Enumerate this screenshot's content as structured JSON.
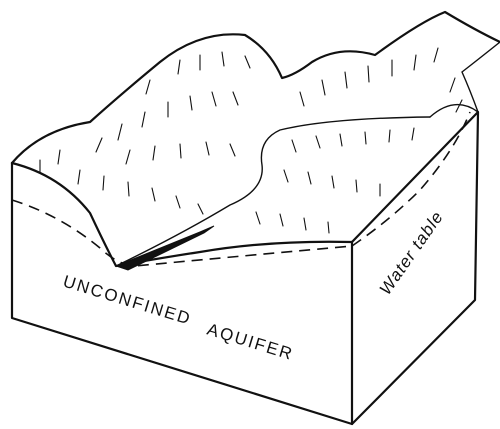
{
  "labels": {
    "aquifer_line1": "UNCONFINED",
    "aquifer_line2": "AQUIFER",
    "water_table": "Water table"
  },
  "colors": {
    "ink": "#111111",
    "paper": "#ffffff"
  }
}
